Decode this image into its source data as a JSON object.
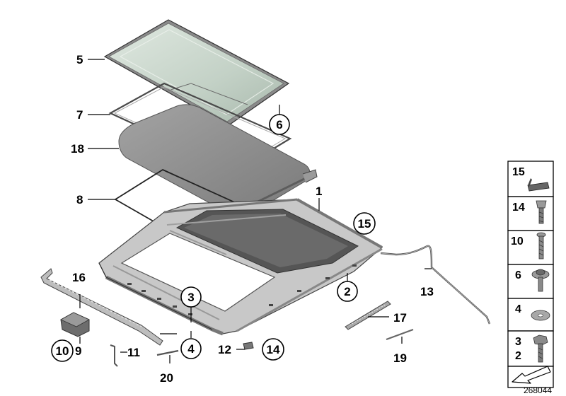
{
  "labels": {
    "l1": "1",
    "l2": "2",
    "l3": "3",
    "l4": "4",
    "l5": "5",
    "l6": "6",
    "l7": "7",
    "l8": "8",
    "l9": "9",
    "l10": "10",
    "l11": "11",
    "l12": "12",
    "l13": "13",
    "l14": "14",
    "l15": "15",
    "l16": "16",
    "l17": "17",
    "l18": "18",
    "l19": "19",
    "l20": "20"
  },
  "legend": [
    {
      "num": "15",
      "icon": "seal-profile-icon"
    },
    {
      "num": "14",
      "icon": "expanding-rivet-icon"
    },
    {
      "num": "10",
      "icon": "screw-icon"
    },
    {
      "num": "6",
      "icon": "flange-bolt-icon"
    },
    {
      "num": "4",
      "icon": "washer-icon"
    },
    {
      "num": "3",
      "num2": "2",
      "icon": "hex-bolt-icon"
    }
  ],
  "doc_number": "268044",
  "colors": {
    "glass": "#c9d6cc",
    "headliner": "#8c8c8c",
    "frame": "#b8b8b8",
    "frame_dark": "#555555"
  }
}
